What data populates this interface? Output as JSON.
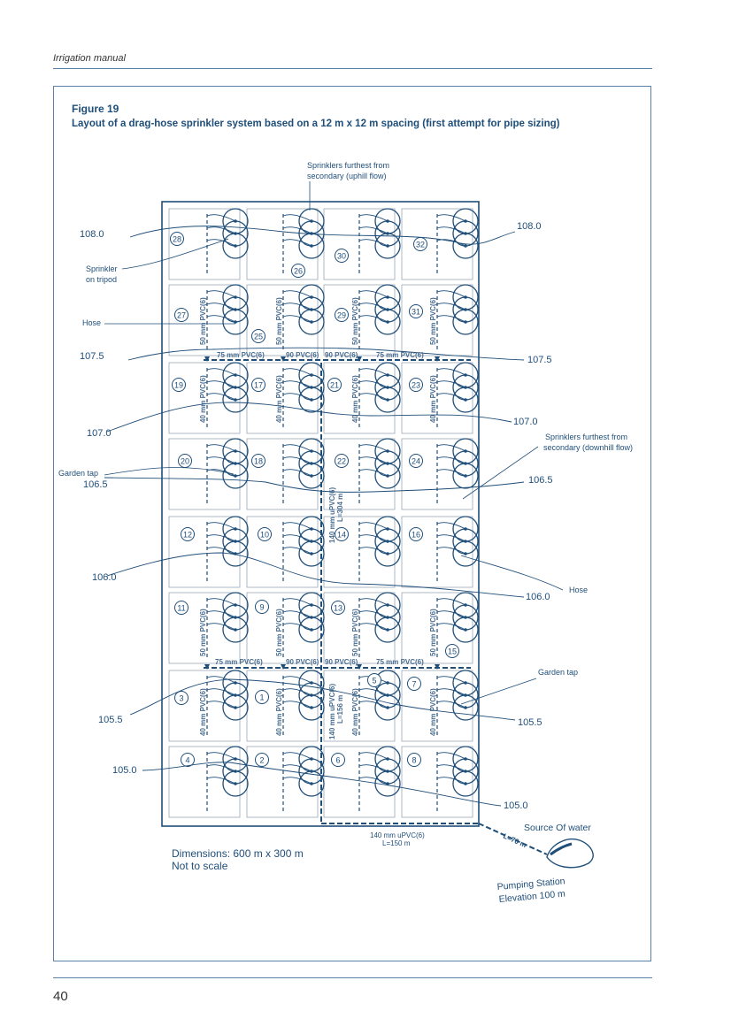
{
  "header": {
    "running_title": "Irrigation manual"
  },
  "figure": {
    "number": "Figure 19",
    "caption": "Layout of a drag-hose sprinkler system based on a 12 m x 12 m spacing (first attempt for pipe sizing)"
  },
  "page_number": "40",
  "colors": {
    "line": "#1f4e79",
    "cell_border": "#9aa7b4",
    "rule": "#5b7fa6"
  },
  "labels": {
    "top_note_1": "Sprinklers furthest from",
    "top_note_2": "secondary (uphill flow)",
    "right_note_1": "Sprinklers furthest from",
    "right_note_2": "secondary (downhill flow)",
    "sprinkler_1": "Sprinkler",
    "sprinkler_2": "on tripod",
    "hose_left": "Hose",
    "hose_right": "Hose",
    "garden_tap_left": "Garden tap",
    "garden_tap_right": "Garden tap",
    "dimensions": "Dimensions: 600 m x 300 m",
    "not_to_scale": "Not to scale",
    "source": "Source Of water",
    "pump_1": "Pumping Station",
    "pump_2": "Elevation 100 m",
    "pipe_main_1": "140 mm uPVC(6)",
    "pipe_main_2": "L=150 m",
    "pipe_link": "L=70 m",
    "pipe_mid_1": "140 mm uPVC(6)",
    "pipe_mid_2": "L=304 m",
    "pipe_low_1": "140 mm uPVC(6)",
    "pipe_low_2": "L=156 m",
    "pipe_75": "75 mm PVC(6)",
    "pipe_90": "90 PVC(6)",
    "pipe_50": "50 mm PVC(6)",
    "pipe_40": "40 mm PVC(6)"
  },
  "elevations": {
    "e108_0_left": "108.0",
    "e108_0_right": "108.0",
    "e107_5_left": "107.5",
    "e107_5_right": "107.5",
    "e107_0_left": "107.0",
    "e107_0_right": "107.0",
    "e106_5_left": "106.5",
    "e106_5_right": "106.5",
    "e106_0_left": "106.0",
    "e106_0_right": "106.0",
    "e105_5_left": "105.5",
    "e105_5_right": "105.5",
    "e105_0_left": "105.0",
    "e105_0_right": "105.0"
  },
  "plot_numbers": [
    "1",
    "2",
    "3",
    "4",
    "5",
    "6",
    "7",
    "8",
    "9",
    "10",
    "11",
    "12",
    "13",
    "14",
    "15",
    "16",
    "17",
    "18",
    "19",
    "20",
    "21",
    "22",
    "23",
    "24",
    "25",
    "26",
    "27",
    "28",
    "29",
    "30",
    "31",
    "32"
  ]
}
